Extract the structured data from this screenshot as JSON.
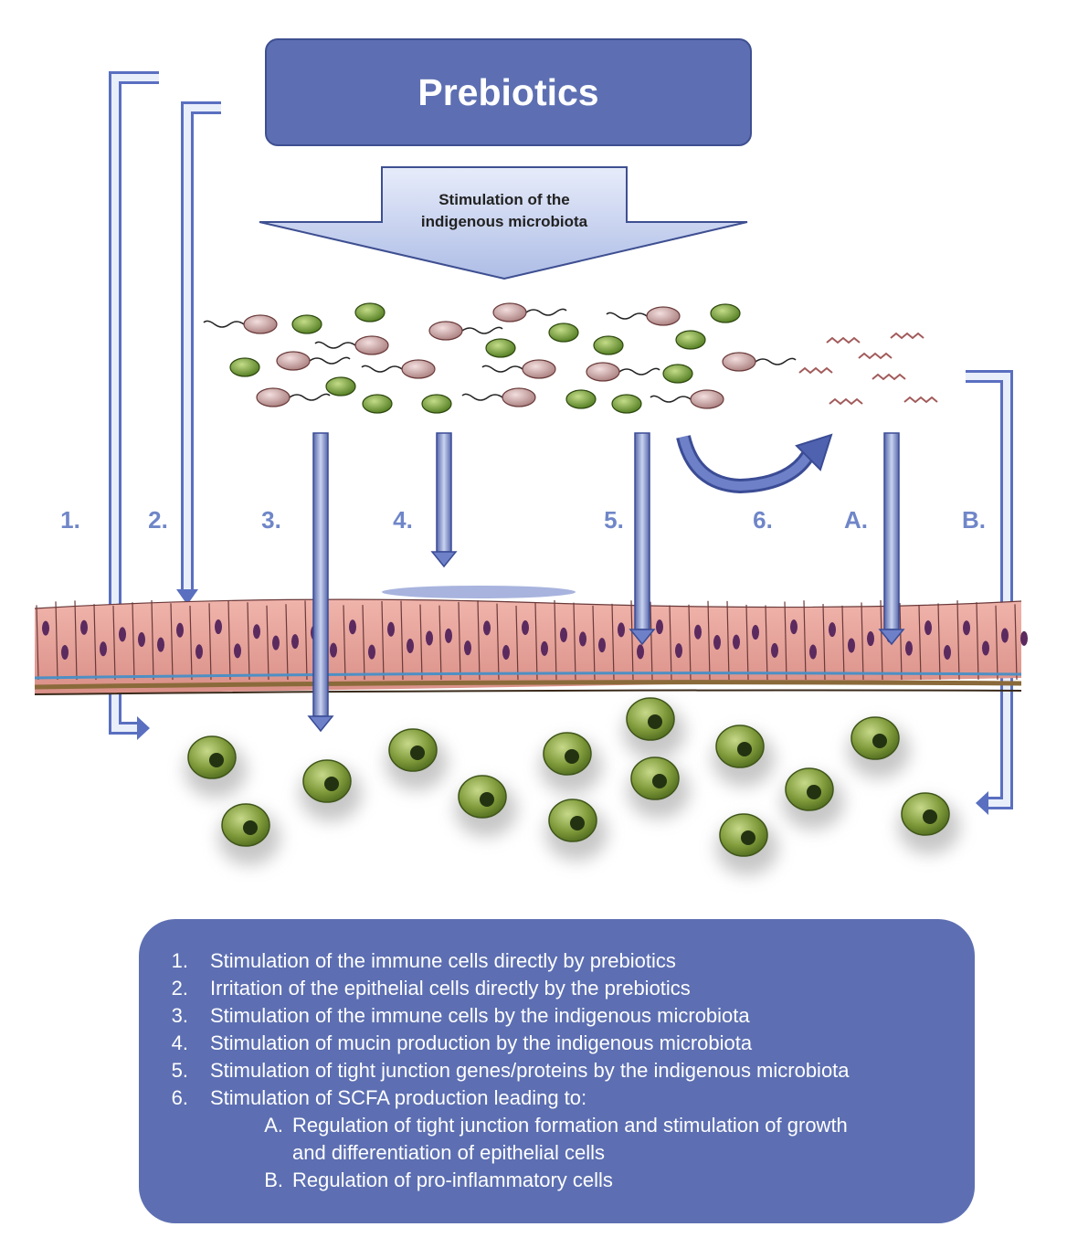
{
  "title": "Prebiotics",
  "main_arrow_text": [
    "Stimulation of the",
    "indigenous microbiota"
  ],
  "step_labels": [
    "1.",
    "2.",
    "3.",
    "4.",
    "5.",
    "6.",
    "A.",
    "B."
  ],
  "legend": [
    {
      "num": "1.",
      "text": "Stimulation of the immune cells directly by prebiotics"
    },
    {
      "num": "2.",
      "text": "Irritation of the epithelial cells directly by the prebiotics"
    },
    {
      "num": "3.",
      "text": "Stimulation of the immune cells by the indigenous microbiota"
    },
    {
      "num": "4.",
      "text": "Stimulation of mucin production by the indigenous microbiota"
    },
    {
      "num": "5.",
      "text": "Stimulation of tight junction genes/proteins by the indigenous microbiota"
    },
    {
      "num": "6.",
      "text": "Stimulation of SCFA production leading to:"
    },
    {
      "num": "A.",
      "text": "Regulation of tight junction formation and stimulation of growth"
    },
    {
      "num": "",
      "text": "and differentiation of epithelial cells"
    },
    {
      "num": "B.",
      "text": "Regulation of pro-inflammatory cells"
    }
  ],
  "colors": {
    "box": "#5d6fb2",
    "arrow_fill": "#c5d0ee",
    "label": "#6f86c8",
    "epithelium": "#e8a79f",
    "nucleus": "#5b2a5e",
    "immune_cell": "#6f8c2e",
    "bacteria_green": "#7aa03a",
    "bacteria_pink": "#d8a7a7"
  }
}
